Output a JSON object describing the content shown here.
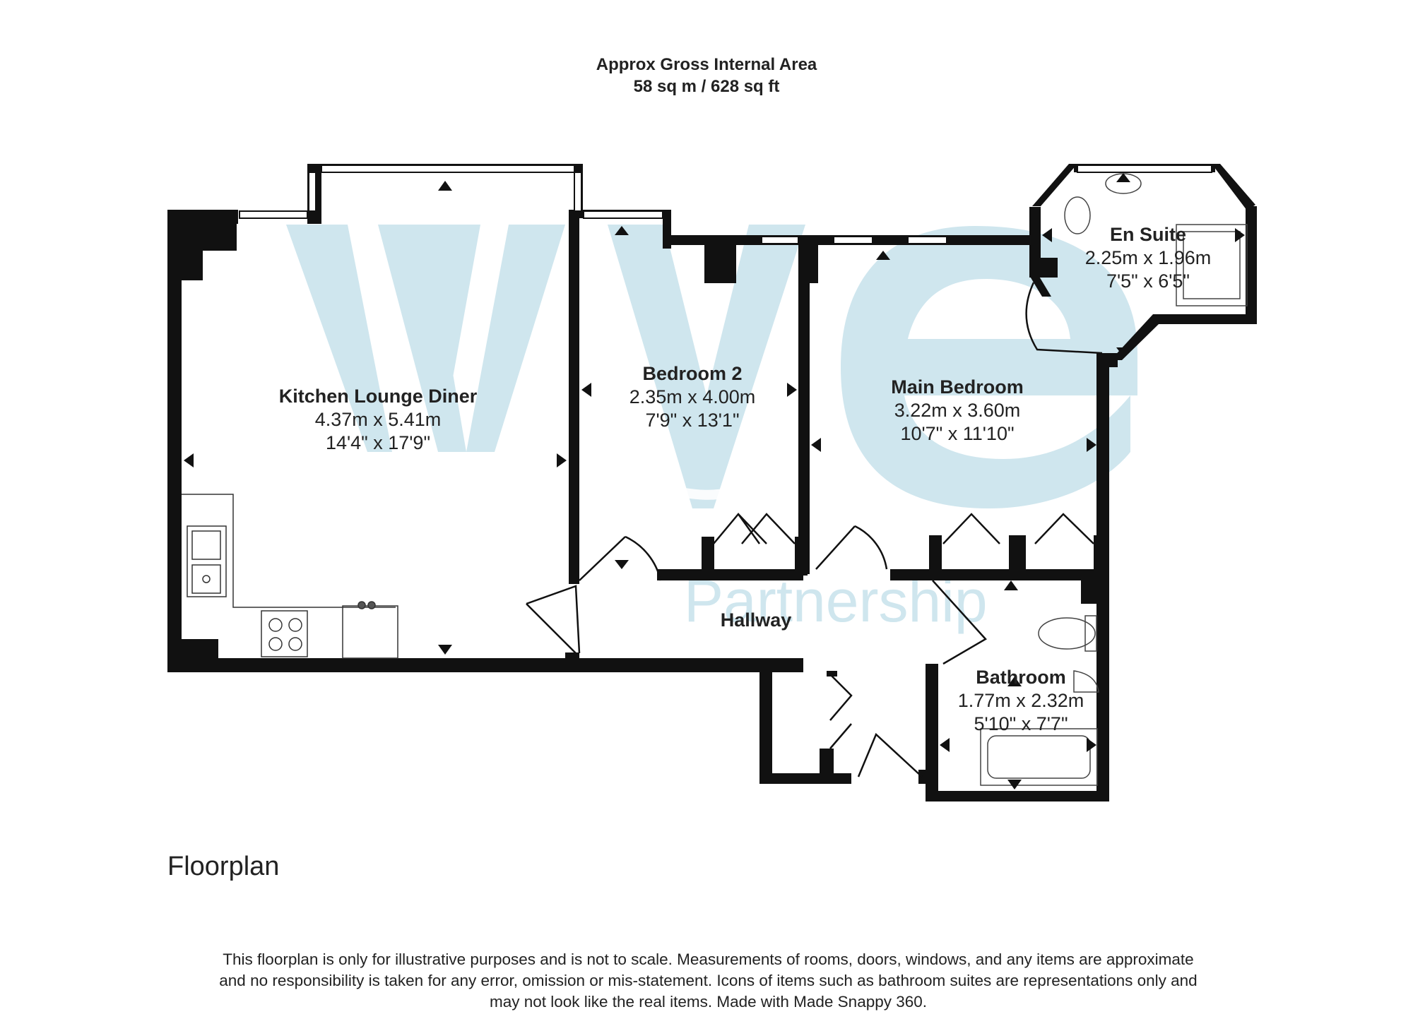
{
  "header": {
    "line1": "Approx Gross Internal Area",
    "line2": "58 sq m / 628 sq ft"
  },
  "watermark": {
    "letters": "wye",
    "word": "Partnership",
    "color": "#cfe6ee"
  },
  "rooms": {
    "kitchen": {
      "name": "Kitchen Lounge Diner",
      "metric": "4.37m x 5.41m",
      "imperial": "14'4\" x 17'9\""
    },
    "bedroom2": {
      "name": "Bedroom 2",
      "metric": "2.35m x 4.00m",
      "imperial": "7'9\" x 13'1\""
    },
    "main_bedroom": {
      "name": "Main Bedroom",
      "metric": "3.22m x 3.60m",
      "imperial": "10'7\" x 11'10\""
    },
    "en_suite": {
      "name": "En Suite",
      "metric": "2.25m x 1.96m",
      "imperial": "7'5\" x 6'5\""
    },
    "hallway": {
      "name": "Hallway"
    },
    "bathroom": {
      "name": "Bathroom",
      "metric": "1.77m x 2.32m",
      "imperial": "5'10\" x 7'7\""
    }
  },
  "plan_heading": "Floorplan",
  "disclaimer": {
    "line1": "This floorplan is only for illustrative purposes and is not to scale. Measurements of rooms, doors, windows, and any items are approximate",
    "line2": "and no responsibility is taken for any error, omission or mis-statement. Icons of items such as bathroom suites are representations only and",
    "line3": "may not look like the real items. Made with Made Snappy 360."
  },
  "colors": {
    "wall": "#111111",
    "text": "#222222"
  }
}
